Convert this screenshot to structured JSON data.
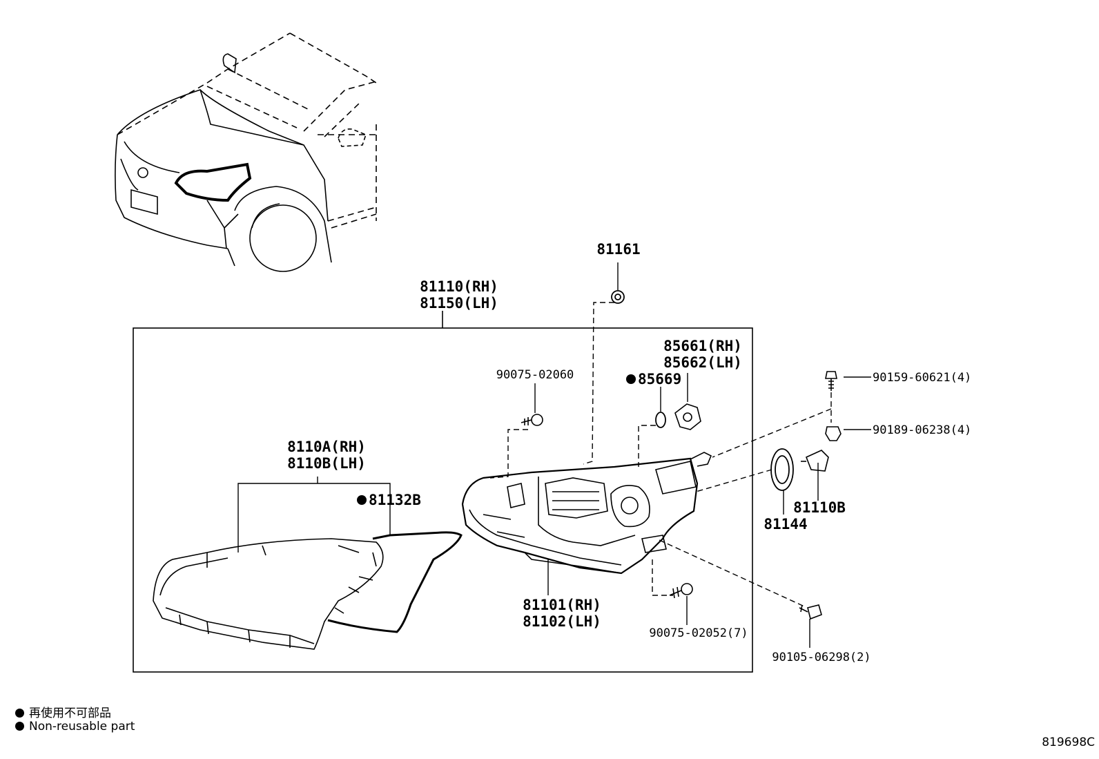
{
  "labels": {
    "p81161": "81161",
    "p81110": "81110(RH)",
    "p81150": "81150(LH)",
    "p85661": "85661(RH)",
    "p85662": "85662(LH)",
    "p85669": "85669",
    "p90075a": "90075-02060",
    "p90159": "90159-60621(4)",
    "p90189": "90189-06238(4)",
    "p8110A": "8110A(RH)",
    "p8110B": "8110B(LH)",
    "p81132B": "81132B",
    "p81144": "81144",
    "p81110B": "81110B",
    "p81101": "81101(RH)",
    "p81102": "81102(LH)",
    "p90075b": "90075-02052(7)",
    "p90105": "90105-06298(2)"
  },
  "legend": {
    "jp": "再使用不可部品",
    "en": "Non-reusable part"
  },
  "diagram_code": "819698C"
}
